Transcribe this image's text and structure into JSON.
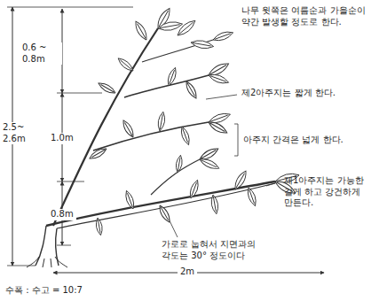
{
  "diagram": {
    "labels": [
      "나무 윗쪽은 여름순과 가을순이 약간 발생할 정도로 한다.",
      "0.6 ~ 0.8m",
      "제2아주지는 짧게 한다.",
      "2.5~ 2.6m",
      "아주지 간격은 넓게 한다.",
      "1.0m",
      "제1아주지는 가능한 길게 하고 강건하게 만든다.",
      "0.8m",
      "가로로 눕혀서 지면과의 각도는 30° 정도이다",
      "2m",
      "수폭 : 수고 = 10:7"
    ]
  }
}
